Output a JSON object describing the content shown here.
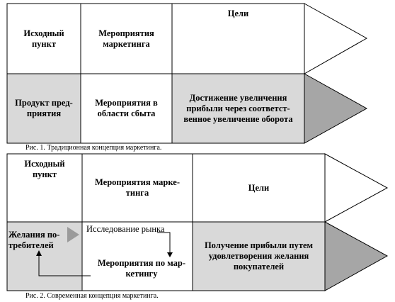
{
  "figure1": {
    "header": {
      "start": "Исходный\nпункт",
      "measures": "Мероприятия\nмаркетинга",
      "goals": "Цели"
    },
    "row": {
      "start": "Продукт пред-\nприятия",
      "measures": "Мероприятия в\nобласти сбыта",
      "goals": "Достижение увеличения\nприбыли через соответст-\nвенное увеличение оборота"
    },
    "caption": "Рис. 1. Традиционная концепция маркетинга."
  },
  "figure2": {
    "header": {
      "start": "Исходный\nпункт",
      "measures": "Мероприятия марке-\nтинга",
      "goals": "Цели"
    },
    "row": {
      "start": "Желания по-\nтребителей",
      "research": "Исследование рынка",
      "measures": "Мероприятия по мар-\nкетингу",
      "goals": "Получение прибыли путем\nудовлетворения желания\nпокупателей"
    },
    "caption": "Рис. 2. Современная концепция маркетинга."
  },
  "colors": {
    "gray_fill": "#d9d9d9",
    "dark_arrow": "#a6a6a6",
    "mid_arrow": "#9a9a9a"
  }
}
